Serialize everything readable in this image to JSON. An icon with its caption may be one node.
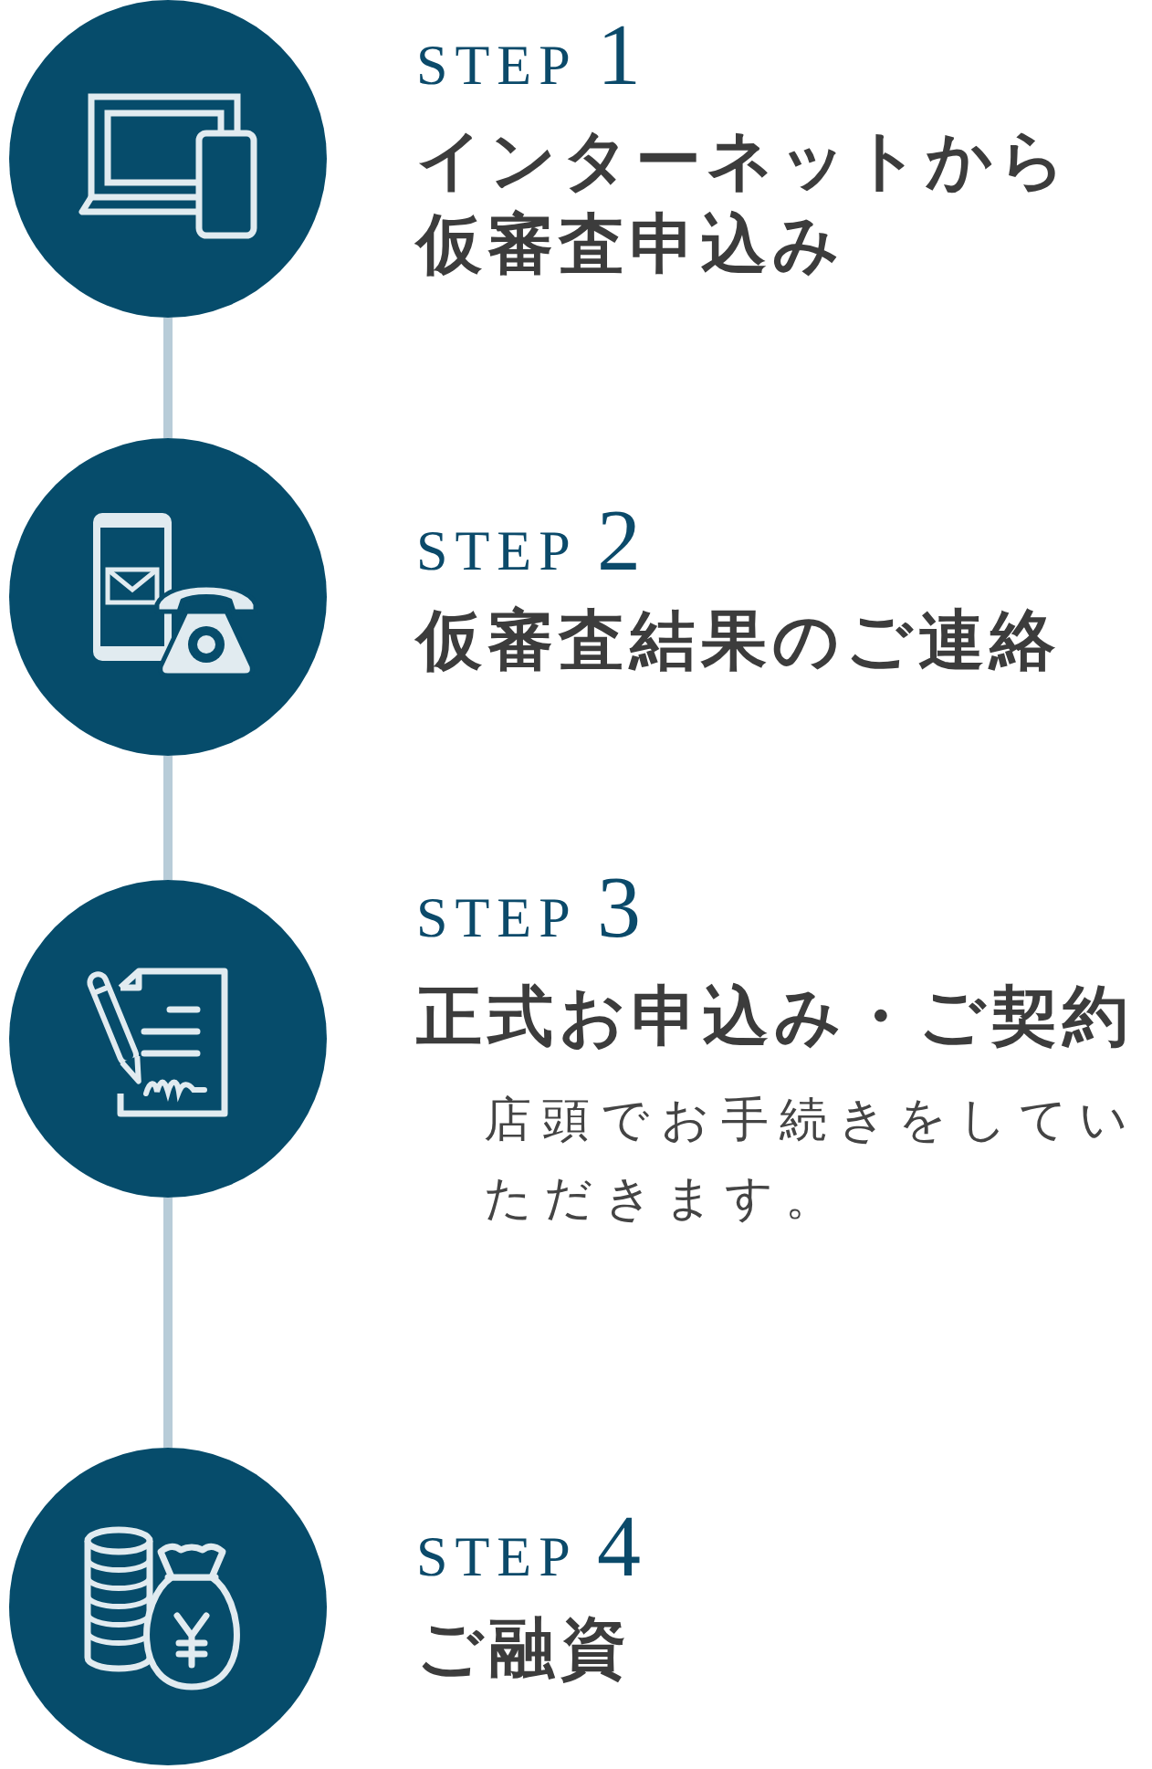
{
  "diagram": {
    "nodes": [
      {
        "text": [],
        "shape": "circle",
        "beside": [
          "STEP 1",
          "インターネットから仮審査申込み"
        ]
      },
      {
        "text": [],
        "shape": "circle",
        "beside": [
          "STEP 2",
          "仮審査結果のご連絡"
        ]
      },
      {
        "text": [],
        "shape": "circle",
        "beside": [
          "STEP 3",
          "正式お申込み・ご契約",
          "店頭でお手続きをしていただきます。"
        ]
      },
      {
        "text": [],
        "shape": "circle",
        "beside": [
          "STEP 4",
          "ご融資"
        ]
      }
    ],
    "edges": [
      {
        "from": 0,
        "to": 1,
        "arrow": "none"
      },
      {
        "from": 1,
        "to": 2,
        "arrow": "none"
      },
      {
        "from": 2,
        "to": 3,
        "arrow": "none"
      }
    ]
  }
}
